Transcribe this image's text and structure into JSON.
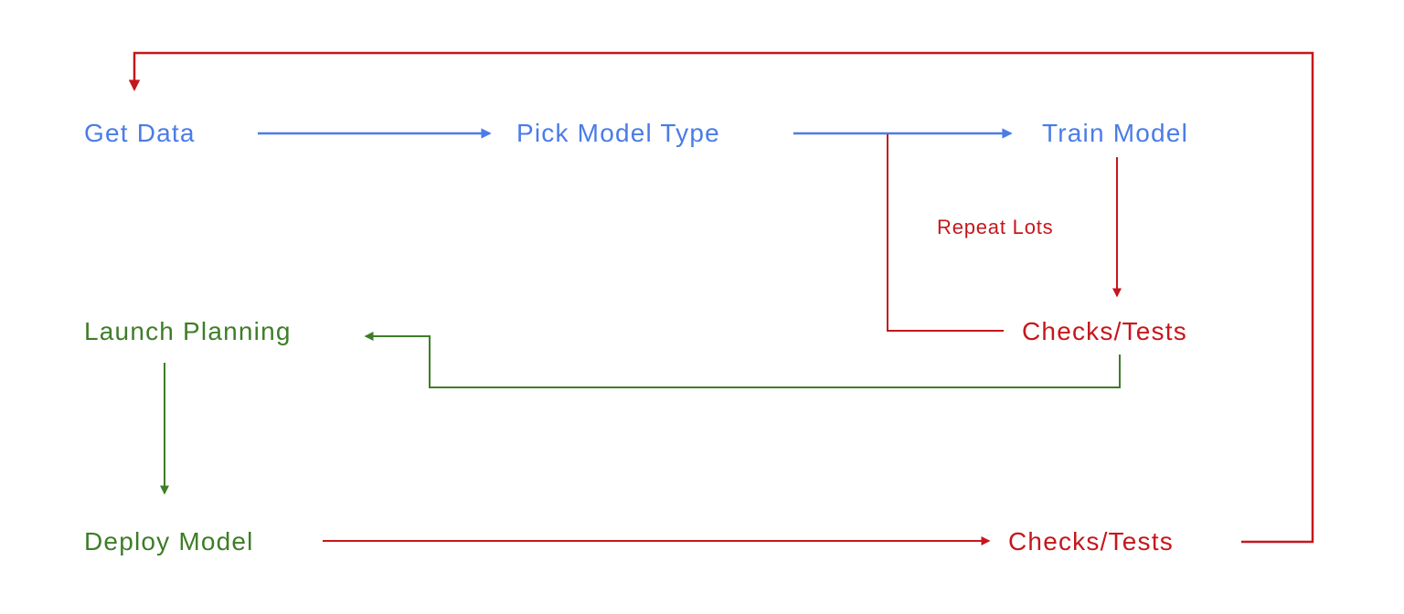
{
  "diagram": {
    "type": "flowchart",
    "background": "#ffffff",
    "colors": {
      "blue": "#4a7ce8",
      "red": "#c5171c",
      "green": "#3e7d28"
    },
    "nodes": [
      {
        "id": "get-data",
        "label": "Get Data",
        "color": "#4a7ce8"
      },
      {
        "id": "pick-model-type",
        "label": "Pick Model Type",
        "color": "#4a7ce8"
      },
      {
        "id": "train-model",
        "label": "Train Model",
        "color": "#4a7ce8"
      },
      {
        "id": "checks-tests-mid",
        "label": "Checks/Tests",
        "color": "#c5171c"
      },
      {
        "id": "launch-planning",
        "label": "Launch Planning",
        "color": "#3e7d28"
      },
      {
        "id": "deploy-model",
        "label": "Deploy Model",
        "color": "#3e7d28"
      },
      {
        "id": "checks-tests-final",
        "label": "Checks/Tests",
        "color": "#c5171c"
      }
    ],
    "annotations": [
      {
        "id": "repeat-lots",
        "label": "Repeat Lots",
        "color": "#c5171c"
      }
    ],
    "edges": [
      {
        "from": "Get Data",
        "to": "Pick Model Type",
        "color": "blue",
        "arrow": true
      },
      {
        "from": "Pick Model Type",
        "to": "Train Model",
        "color": "blue",
        "arrow": true
      },
      {
        "from": "Pick Model Type → Train Model arrow",
        "to": "Checks/Tests (mid)",
        "color": "red",
        "arrow": false,
        "note": "repeat branch"
      },
      {
        "from": "Train Model",
        "to": "Checks/Tests (mid)",
        "color": "red",
        "arrow": true,
        "label": "Repeat Lots"
      },
      {
        "from": "Checks/Tests (mid)",
        "to": "Launch Planning",
        "color": "green",
        "arrow": true
      },
      {
        "from": "Launch Planning",
        "to": "Deploy Model",
        "color": "green",
        "arrow": true
      },
      {
        "from": "Deploy Model",
        "to": "Checks/Tests (final)",
        "color": "red",
        "arrow": true
      },
      {
        "from": "Checks/Tests (final)",
        "to": "Get Data",
        "color": "red",
        "arrow": true,
        "note": "outer loop back to start"
      }
    ]
  }
}
